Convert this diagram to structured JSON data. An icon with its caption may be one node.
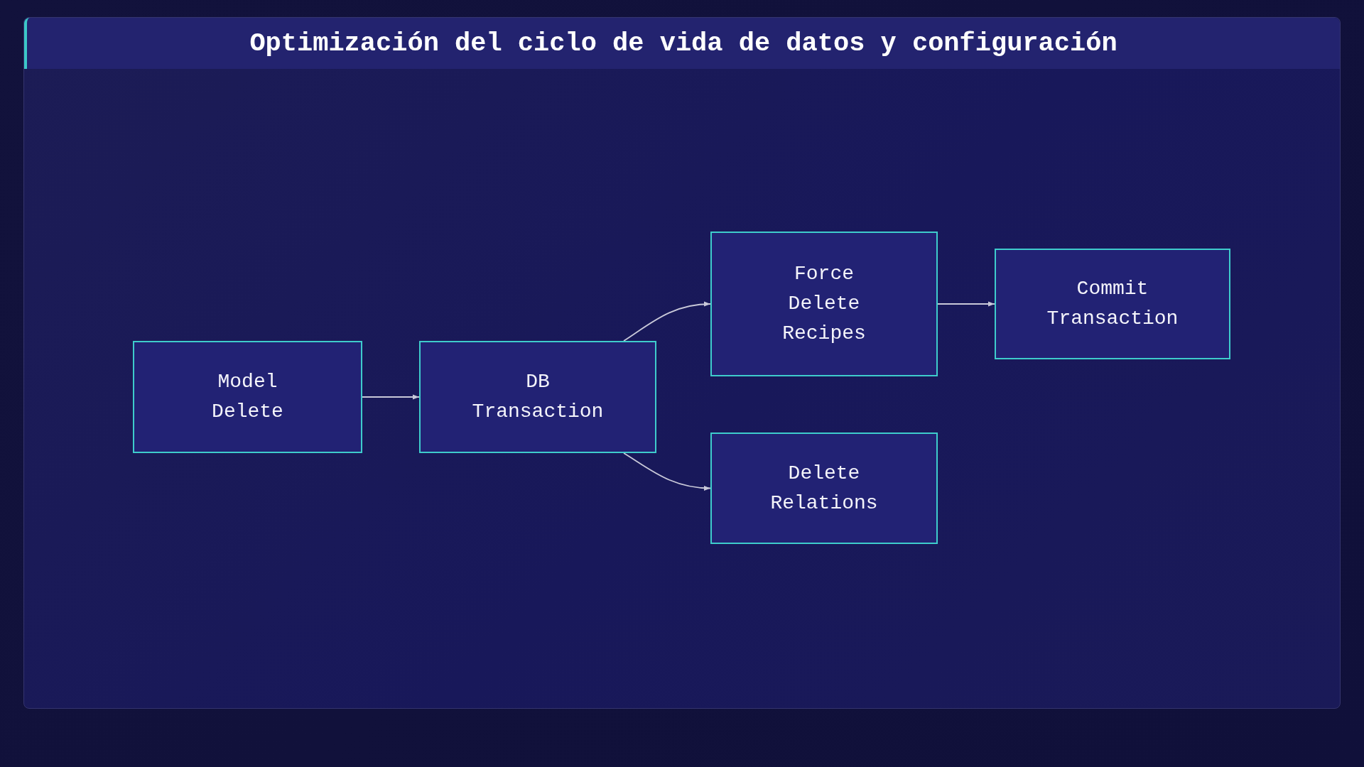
{
  "diagram": {
    "title": "Optimización del ciclo de vida de datos y configuración",
    "nodes": [
      {
        "text": [
          "Model Delete"
        ]
      },
      {
        "text": [
          "DB Transaction"
        ]
      },
      {
        "text": [
          "Force Delete Recipes"
        ]
      },
      {
        "text": [
          "Commit Transaction"
        ]
      },
      {
        "text": [
          "Delete Relations"
        ]
      }
    ],
    "edges": [
      {
        "from": 0,
        "to": 1,
        "arrow": "to"
      },
      {
        "from": 1,
        "to": 2,
        "arrow": "to"
      },
      {
        "from": 2,
        "to": 3,
        "arrow": "to"
      },
      {
        "from": 1,
        "to": 4,
        "arrow": "to"
      }
    ]
  }
}
